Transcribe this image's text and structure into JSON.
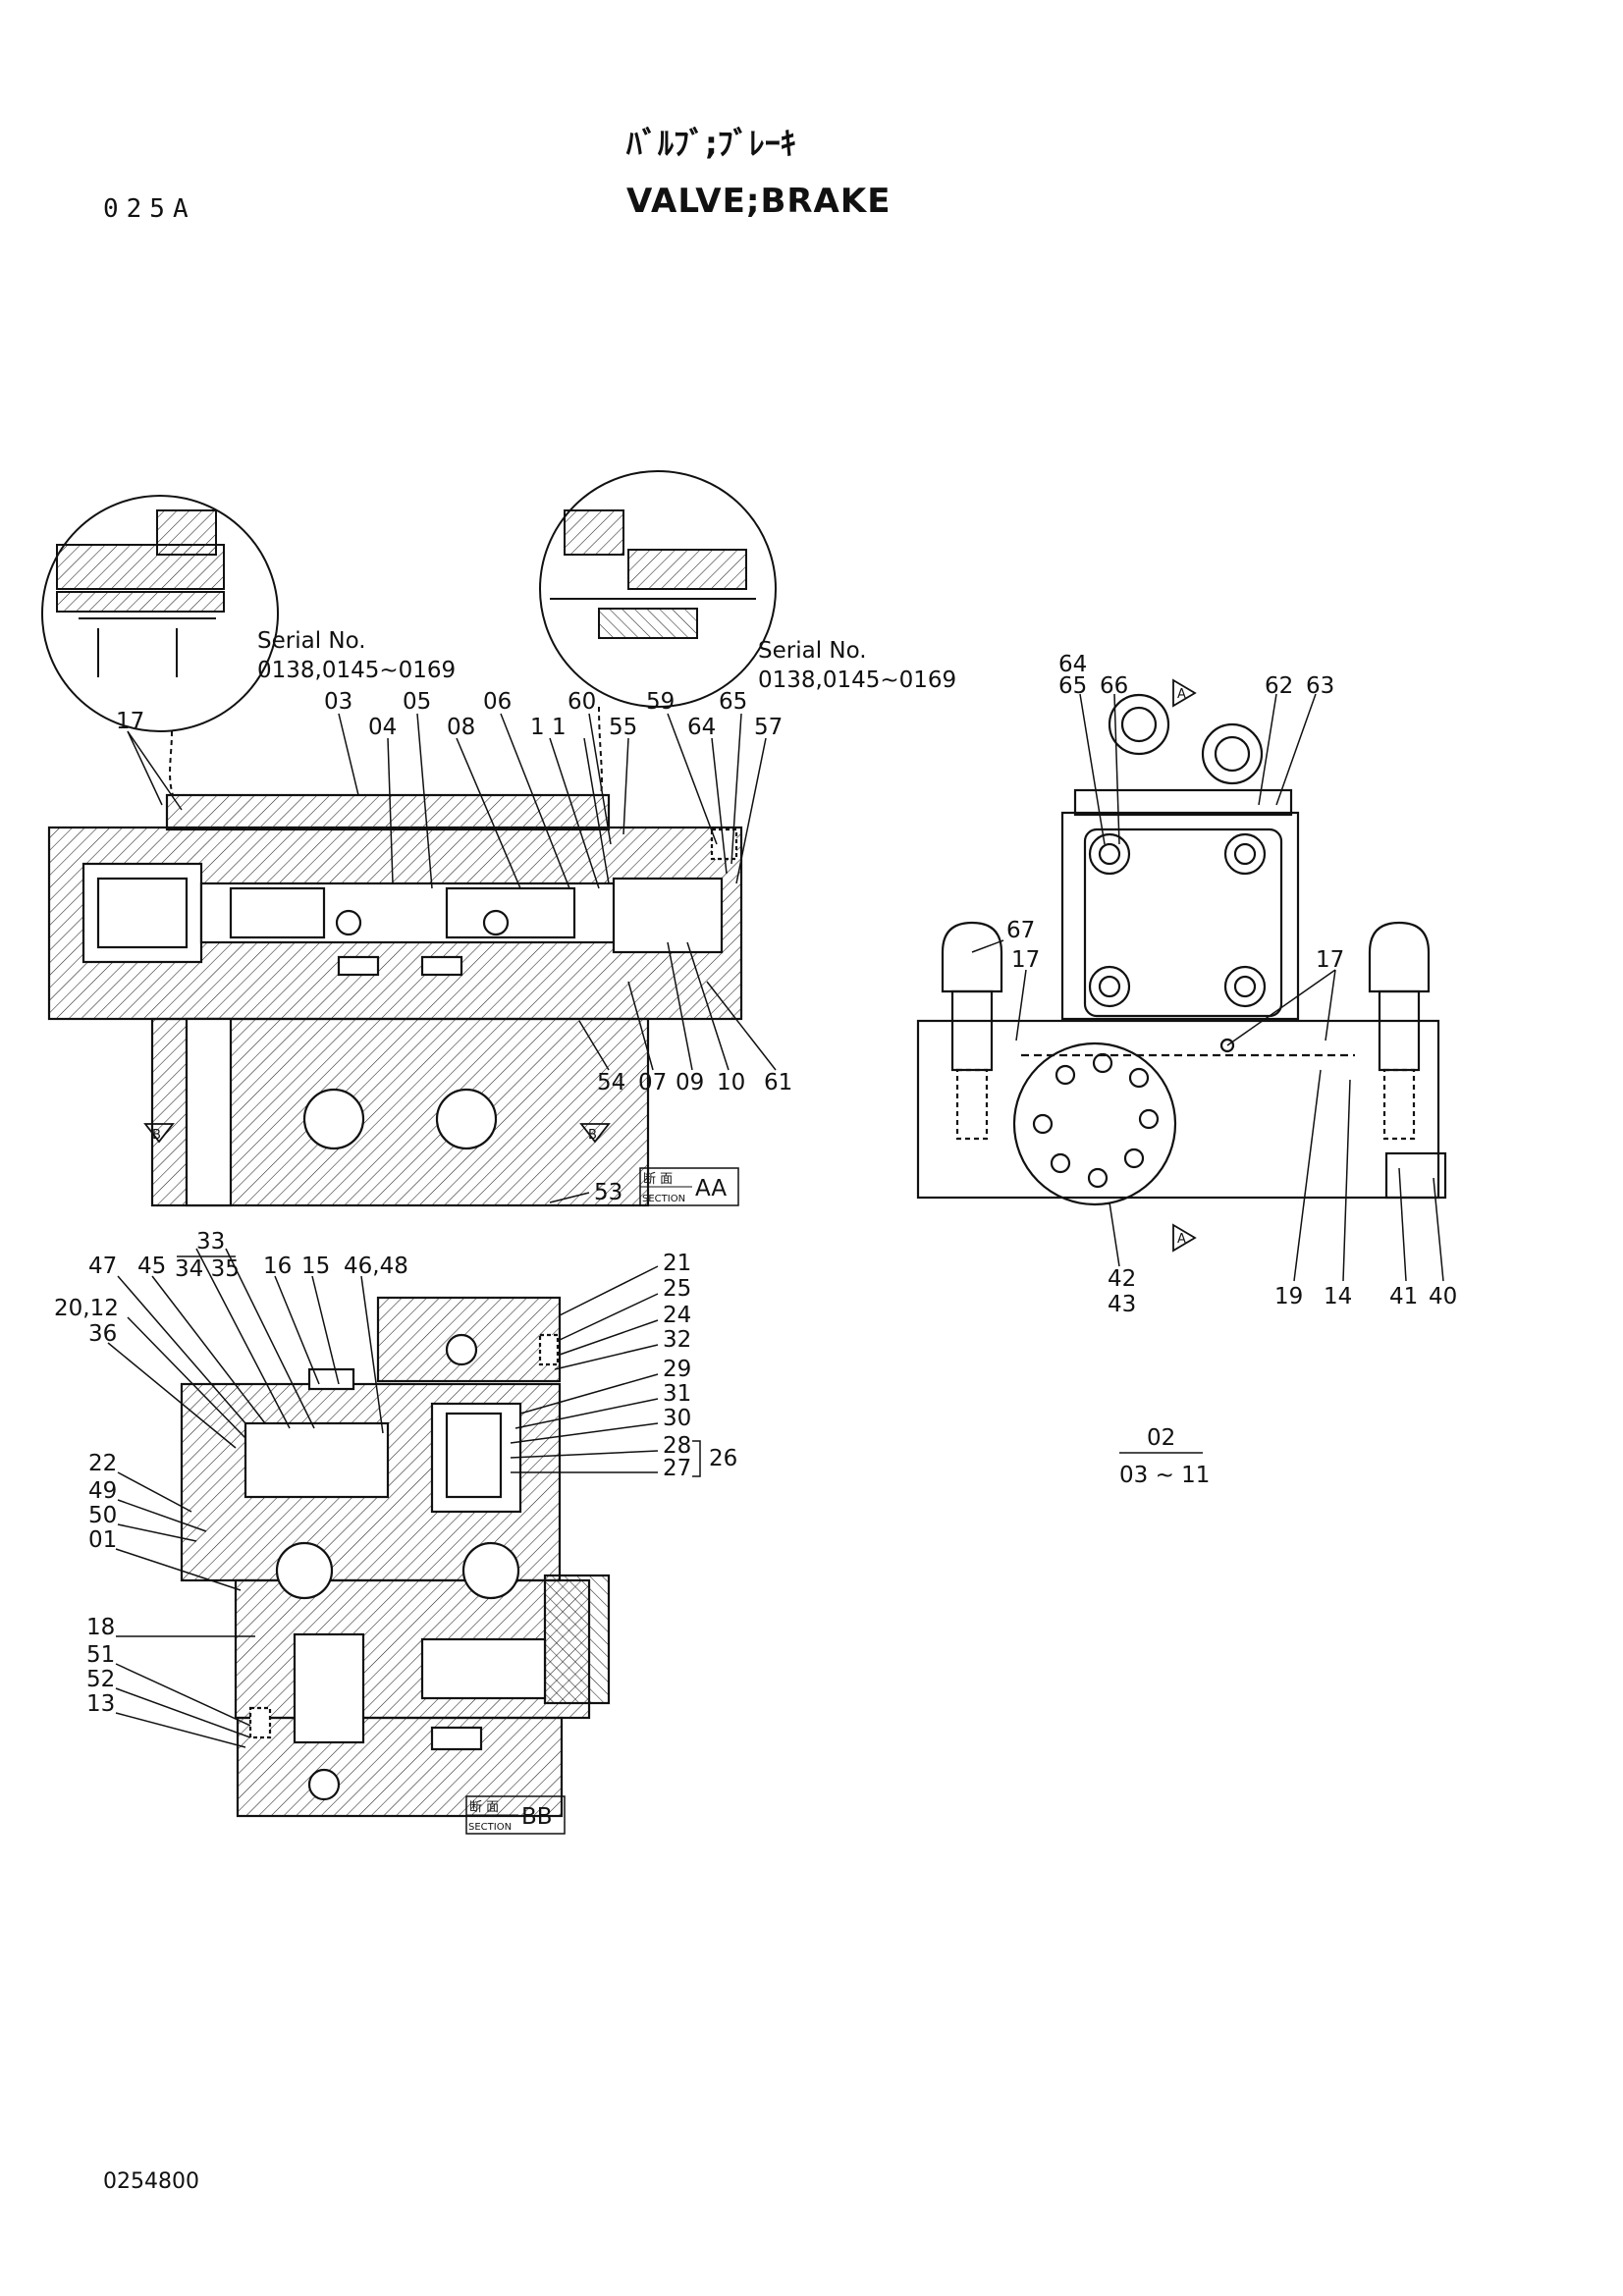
{
  "header": {
    "page_code": "025A",
    "title_jp": "ﾊﾞﾙﾌﾞ;ﾌﾞﾚｰｷ",
    "title_en": "VALVE;BRAKE"
  },
  "footer": {
    "drawing_number": "0254800"
  },
  "serial_notes": {
    "left": {
      "label": "Serial No.",
      "range": "0138,0145~0169"
    },
    "right": {
      "label": "Serial No.",
      "range": "0138,0145~0169"
    }
  },
  "section_tags": {
    "aa": {
      "jp": "断 面",
      "en": "SECTION",
      "id": "AA"
    },
    "bb": {
      "jp": "断 面",
      "en": "SECTION",
      "id": "BB"
    }
  },
  "view_marks": {
    "a": "A",
    "b": "B"
  },
  "group_note": {
    "numerator": "02",
    "denominator": "03 ~ 11"
  },
  "sub_assembly": {
    "top": "33",
    "bottom": "34  35"
  },
  "callouts": {
    "c17a": "17",
    "c03": "03",
    "c04": "04",
    "c05": "05",
    "c06": "06",
    "c08": "08",
    "c11": "1 1",
    "c60": "60",
    "c55": "55",
    "c59": "59",
    "c65a": "65",
    "c64a": "64",
    "c57": "57",
    "c54": "54",
    "c07": "07",
    "c09": "09",
    "c10": "10",
    "c61": "61",
    "c53": "53",
    "c64b": "64",
    "c65b": "65",
    "c66": "66",
    "c62": "62",
    "c63": "63",
    "c67": "67",
    "c17b": "17",
    "c17c": "17",
    "c42": "42",
    "c43": "43",
    "c19": "19",
    "c14": "14",
    "c41": "41",
    "c40": "40",
    "c47": "47",
    "c45": "45",
    "c16": "16",
    "c15": "15",
    "c4648": "46,48",
    "c2012": "20,12",
    "c36": "36",
    "c22": "22",
    "c49": "49",
    "c50": "50",
    "c01": "01",
    "c18": "18",
    "c51": "51",
    "c52": "52",
    "c13": "13",
    "c21": "21",
    "c25": "25",
    "c24": "24",
    "c32": "32",
    "c29": "29",
    "c31": "31",
    "c30": "30",
    "c28": "28",
    "c27": "27",
    "c26": "26"
  }
}
